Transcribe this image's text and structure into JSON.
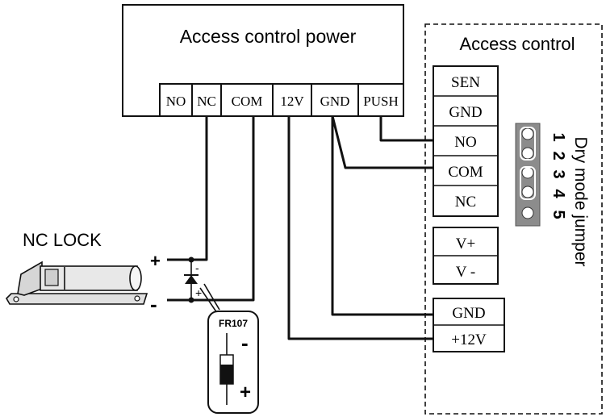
{
  "power_supply": {
    "title": "Access control power",
    "terminals": [
      "NO",
      "NC",
      "COM",
      "12V",
      "GND",
      "PUSH"
    ]
  },
  "controller": {
    "title": "Access control",
    "relay_terminals": [
      "SEN",
      "GND",
      "NO",
      "COM",
      "NC"
    ],
    "aux_terminals": [
      "V+",
      "V -"
    ],
    "power_terminals": [
      "GND",
      "+12V"
    ]
  },
  "jumper": {
    "label": "Dry mode jumper",
    "pins": [
      "1",
      "2",
      "3",
      "4",
      "5"
    ]
  },
  "lock": {
    "label": "NC LOCK",
    "plus": "+",
    "minus": "-"
  },
  "diode": {
    "part": "FR107",
    "minus": "-",
    "plus": "+",
    "small_minus": "-",
    "small_plus": "+"
  }
}
